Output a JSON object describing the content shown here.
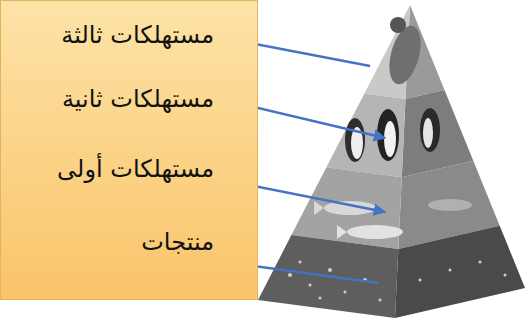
{
  "diagram": {
    "nodes": [
      {
        "text": [
          "مستهلكات ثالثة",
          "مستهلكات ثانية",
          "مستهلكات أولى",
          "منتجات"
        ]
      }
    ]
  }
}
